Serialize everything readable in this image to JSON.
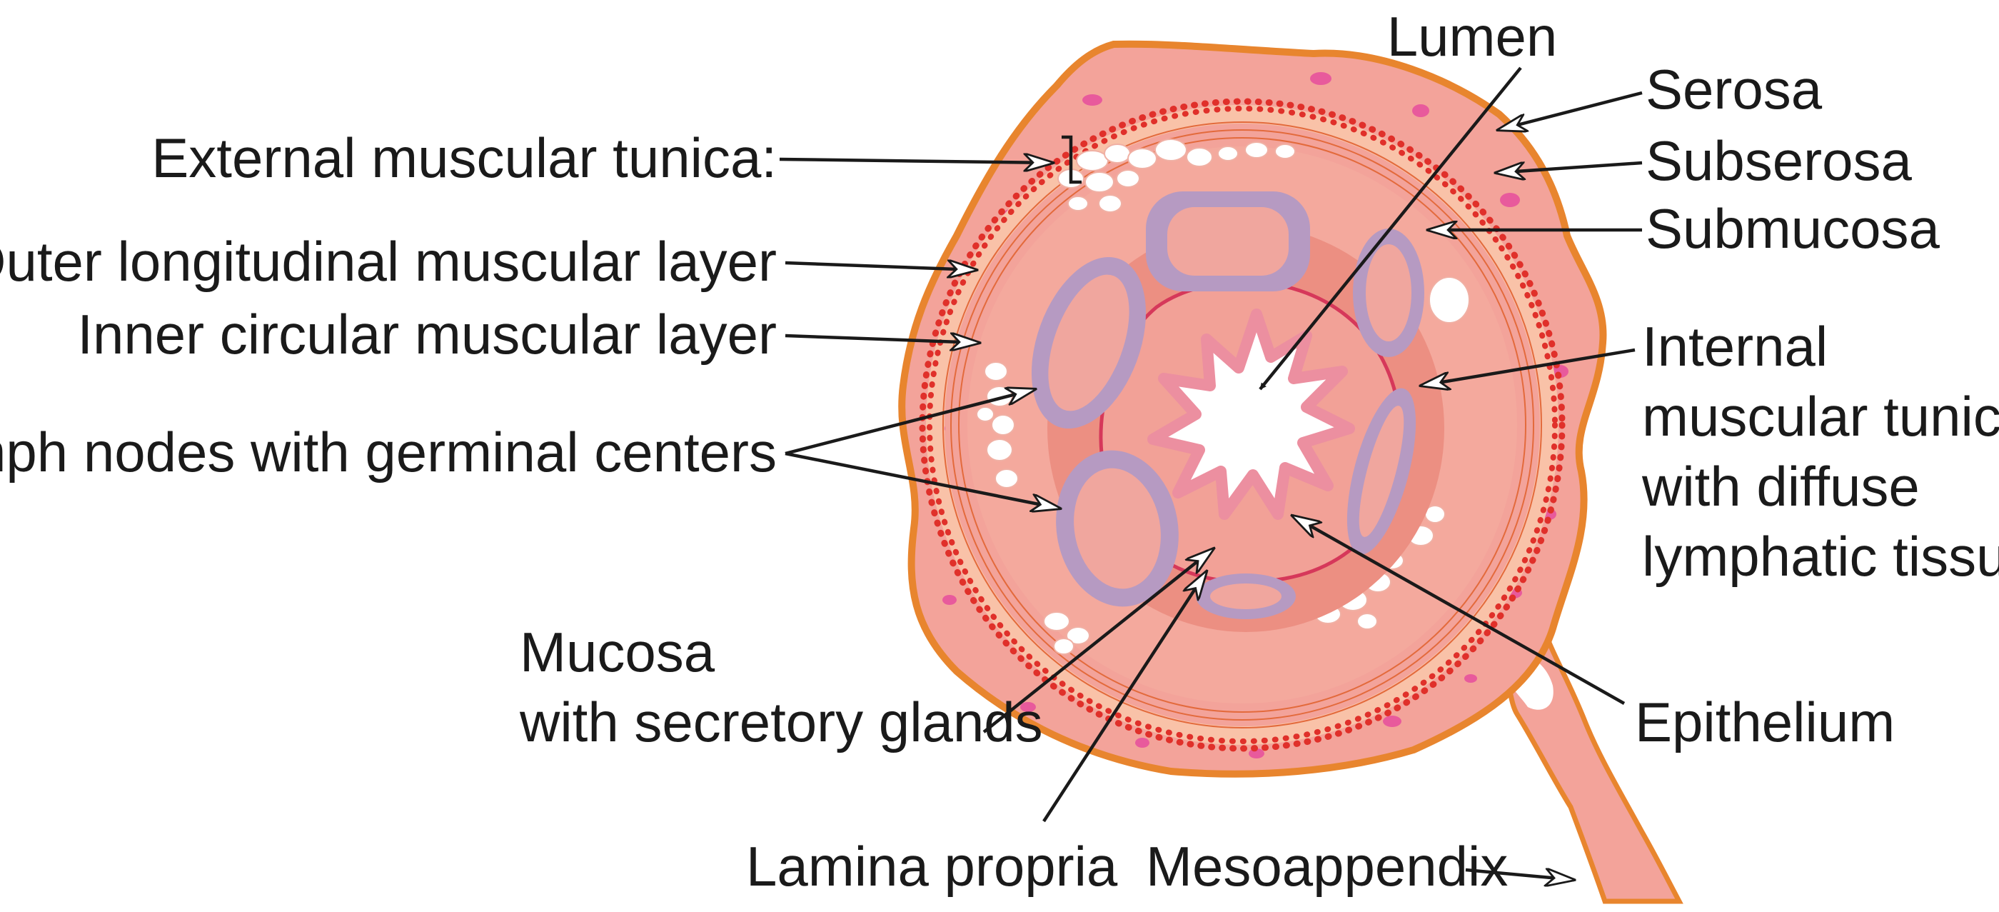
{
  "labels": {
    "lumen": "Lumen",
    "serosa": "Serosa",
    "subserosa": "Subserosa",
    "submucosa": "Submucosa",
    "external_tunica": "External muscular tunica:",
    "outer_longitudinal": "Outer longitudinal muscular layer",
    "inner_circular": "Inner circular muscular layer",
    "lymph_nodes": "Lymph nodes with germinal centers",
    "internal_tunica": [
      "Internal",
      "muscular tunica",
      "with diffuse",
      "lymphatic tissue"
    ],
    "mucosa": [
      "Mucosa",
      "with secretory glands"
    ],
    "epithelium": "Epithelium",
    "lamina_propria": "Lamina propria",
    "mesoappendix": "Mesoappendix"
  },
  "colors": {
    "serosa_border": "#e8852e",
    "subserosa_fill": "#f3a39a",
    "muscle_dots": "#e0302a",
    "muscle_band": "#f9c2a8",
    "submucosa_fill": "#f4a99d",
    "internal_tunica_fill": "#ec8f82",
    "mucosa_fill": "#f2a197",
    "lymph_node_rim": "#b69ac2",
    "lymph_node_center": "#f0a69e",
    "pink_spots": "#e85a9c",
    "fat_cells": "#ffffff",
    "lumen_fill": "#ffffff",
    "leader_lines": "#1a1a1a"
  }
}
